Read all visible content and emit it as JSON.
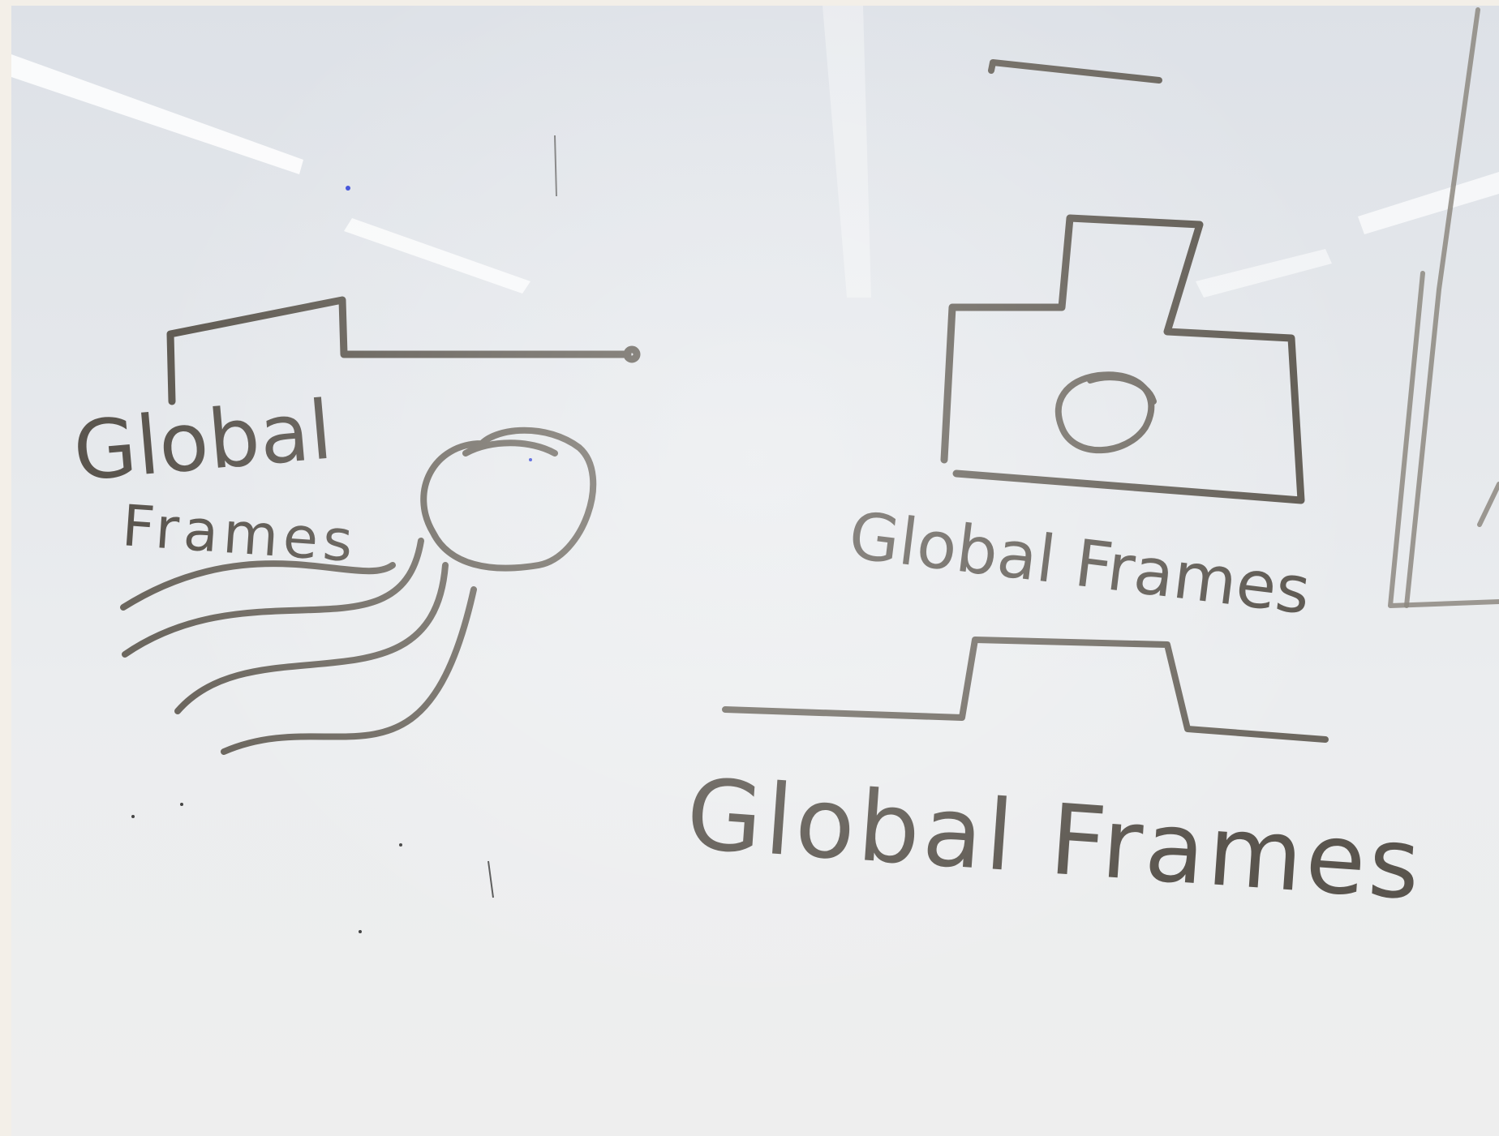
{
  "scene": {
    "description_type": "photo",
    "board_color": "#e6e8eb",
    "ink_color": "#5e5951"
  },
  "logos": [
    {
      "id": "sketch-1",
      "line1": "Global",
      "line2": "Frames",
      "icon": "sun-over-waves-icon"
    },
    {
      "id": "sketch-2",
      "text": "Global Frames",
      "icon": "camera-icon"
    },
    {
      "id": "sketch-3",
      "text": "Global Frames",
      "icon": "frame-line-icon"
    }
  ]
}
